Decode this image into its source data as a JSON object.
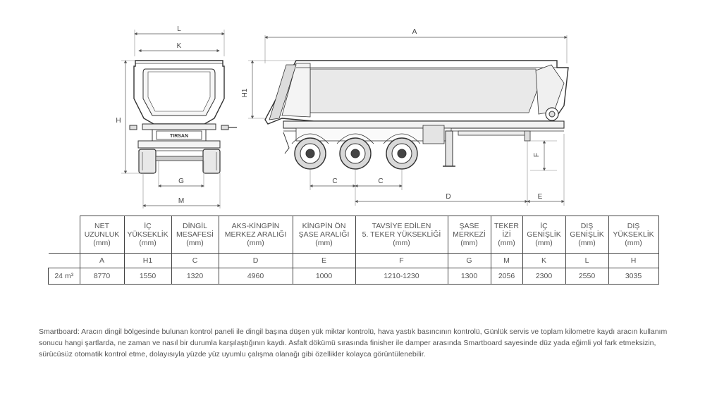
{
  "dimension_labels": {
    "front": {
      "L": "L",
      "K": "K",
      "H": "H",
      "G": "G",
      "M": "M"
    },
    "side": {
      "A": "A",
      "H1": "H1",
      "F": "F",
      "C1": "C",
      "C2": "C",
      "D": "D",
      "E": "E"
    }
  },
  "plate_text": "TIRSAN",
  "table": {
    "columns": [
      {
        "head": [
          "NET",
          "UZUNLUK",
          "(mm)"
        ],
        "symbol": "A",
        "value": "8770"
      },
      {
        "head": [
          "İÇ",
          "YÜKSEKLİK",
          "(mm)"
        ],
        "symbol": "H1",
        "value": "1550"
      },
      {
        "head": [
          "DİNGİL",
          "MESAFESİ",
          "(mm)"
        ],
        "symbol": "C",
        "value": "1320"
      },
      {
        "head": [
          "AKS-KİNGPİN",
          "MERKEZ ARALIĞI",
          "(mm)"
        ],
        "symbol": "D",
        "value": "4960"
      },
      {
        "head": [
          "KİNGPİN ÖN",
          "ŞASE ARALIĞI",
          "(mm)"
        ],
        "symbol": "E",
        "value": "1000"
      },
      {
        "head": [
          "TAVSİYE EDİLEN",
          "5. TEKER YÜKSEKLİĞİ",
          "(mm)"
        ],
        "symbol": "F",
        "value": "1210-1230"
      },
      {
        "head": [
          "ŞASE",
          "MERKEZİ",
          "(mm)"
        ],
        "symbol": "G",
        "value": "1300"
      },
      {
        "head": [
          "TEKER",
          "İZİ",
          "(mm)"
        ],
        "symbol": "M",
        "value": "2056"
      },
      {
        "head": [
          "İÇ",
          "GENİŞLİK",
          "(mm)"
        ],
        "symbol": "K",
        "value": "2300"
      },
      {
        "head": [
          "DIŞ",
          "GENİŞLİK",
          "(mm)"
        ],
        "symbol": "L",
        "value": "2550"
      },
      {
        "head": [
          "DIŞ",
          "YÜKSEKLİK",
          "(mm)"
        ],
        "symbol": "H",
        "value": "3035"
      }
    ],
    "row_label": "24 m³"
  },
  "description": "Smartboard: Aracın dingil bölgesinde bulunan kontrol paneli ile dingil başına düşen yük miktar kontrolü, hava yastık basıncının kontrolü, Günlük servis ve toplam kilometre kaydı aracın kullanım sonucu hangi şartlarda, ne zaman ve nasıl bir durumla karşılaştığının kaydı. Asfalt dökümü sırasında finisher ile damper arasında Smartboard sayesinde düz yada eğimli yol fark etmeksizin, sürücüsüz otomatik kontrol etme, dolayısıyla yüzde yüz uyumlu çalışma olanağı gibi özellikler kolayca görüntülenebilir."
}
